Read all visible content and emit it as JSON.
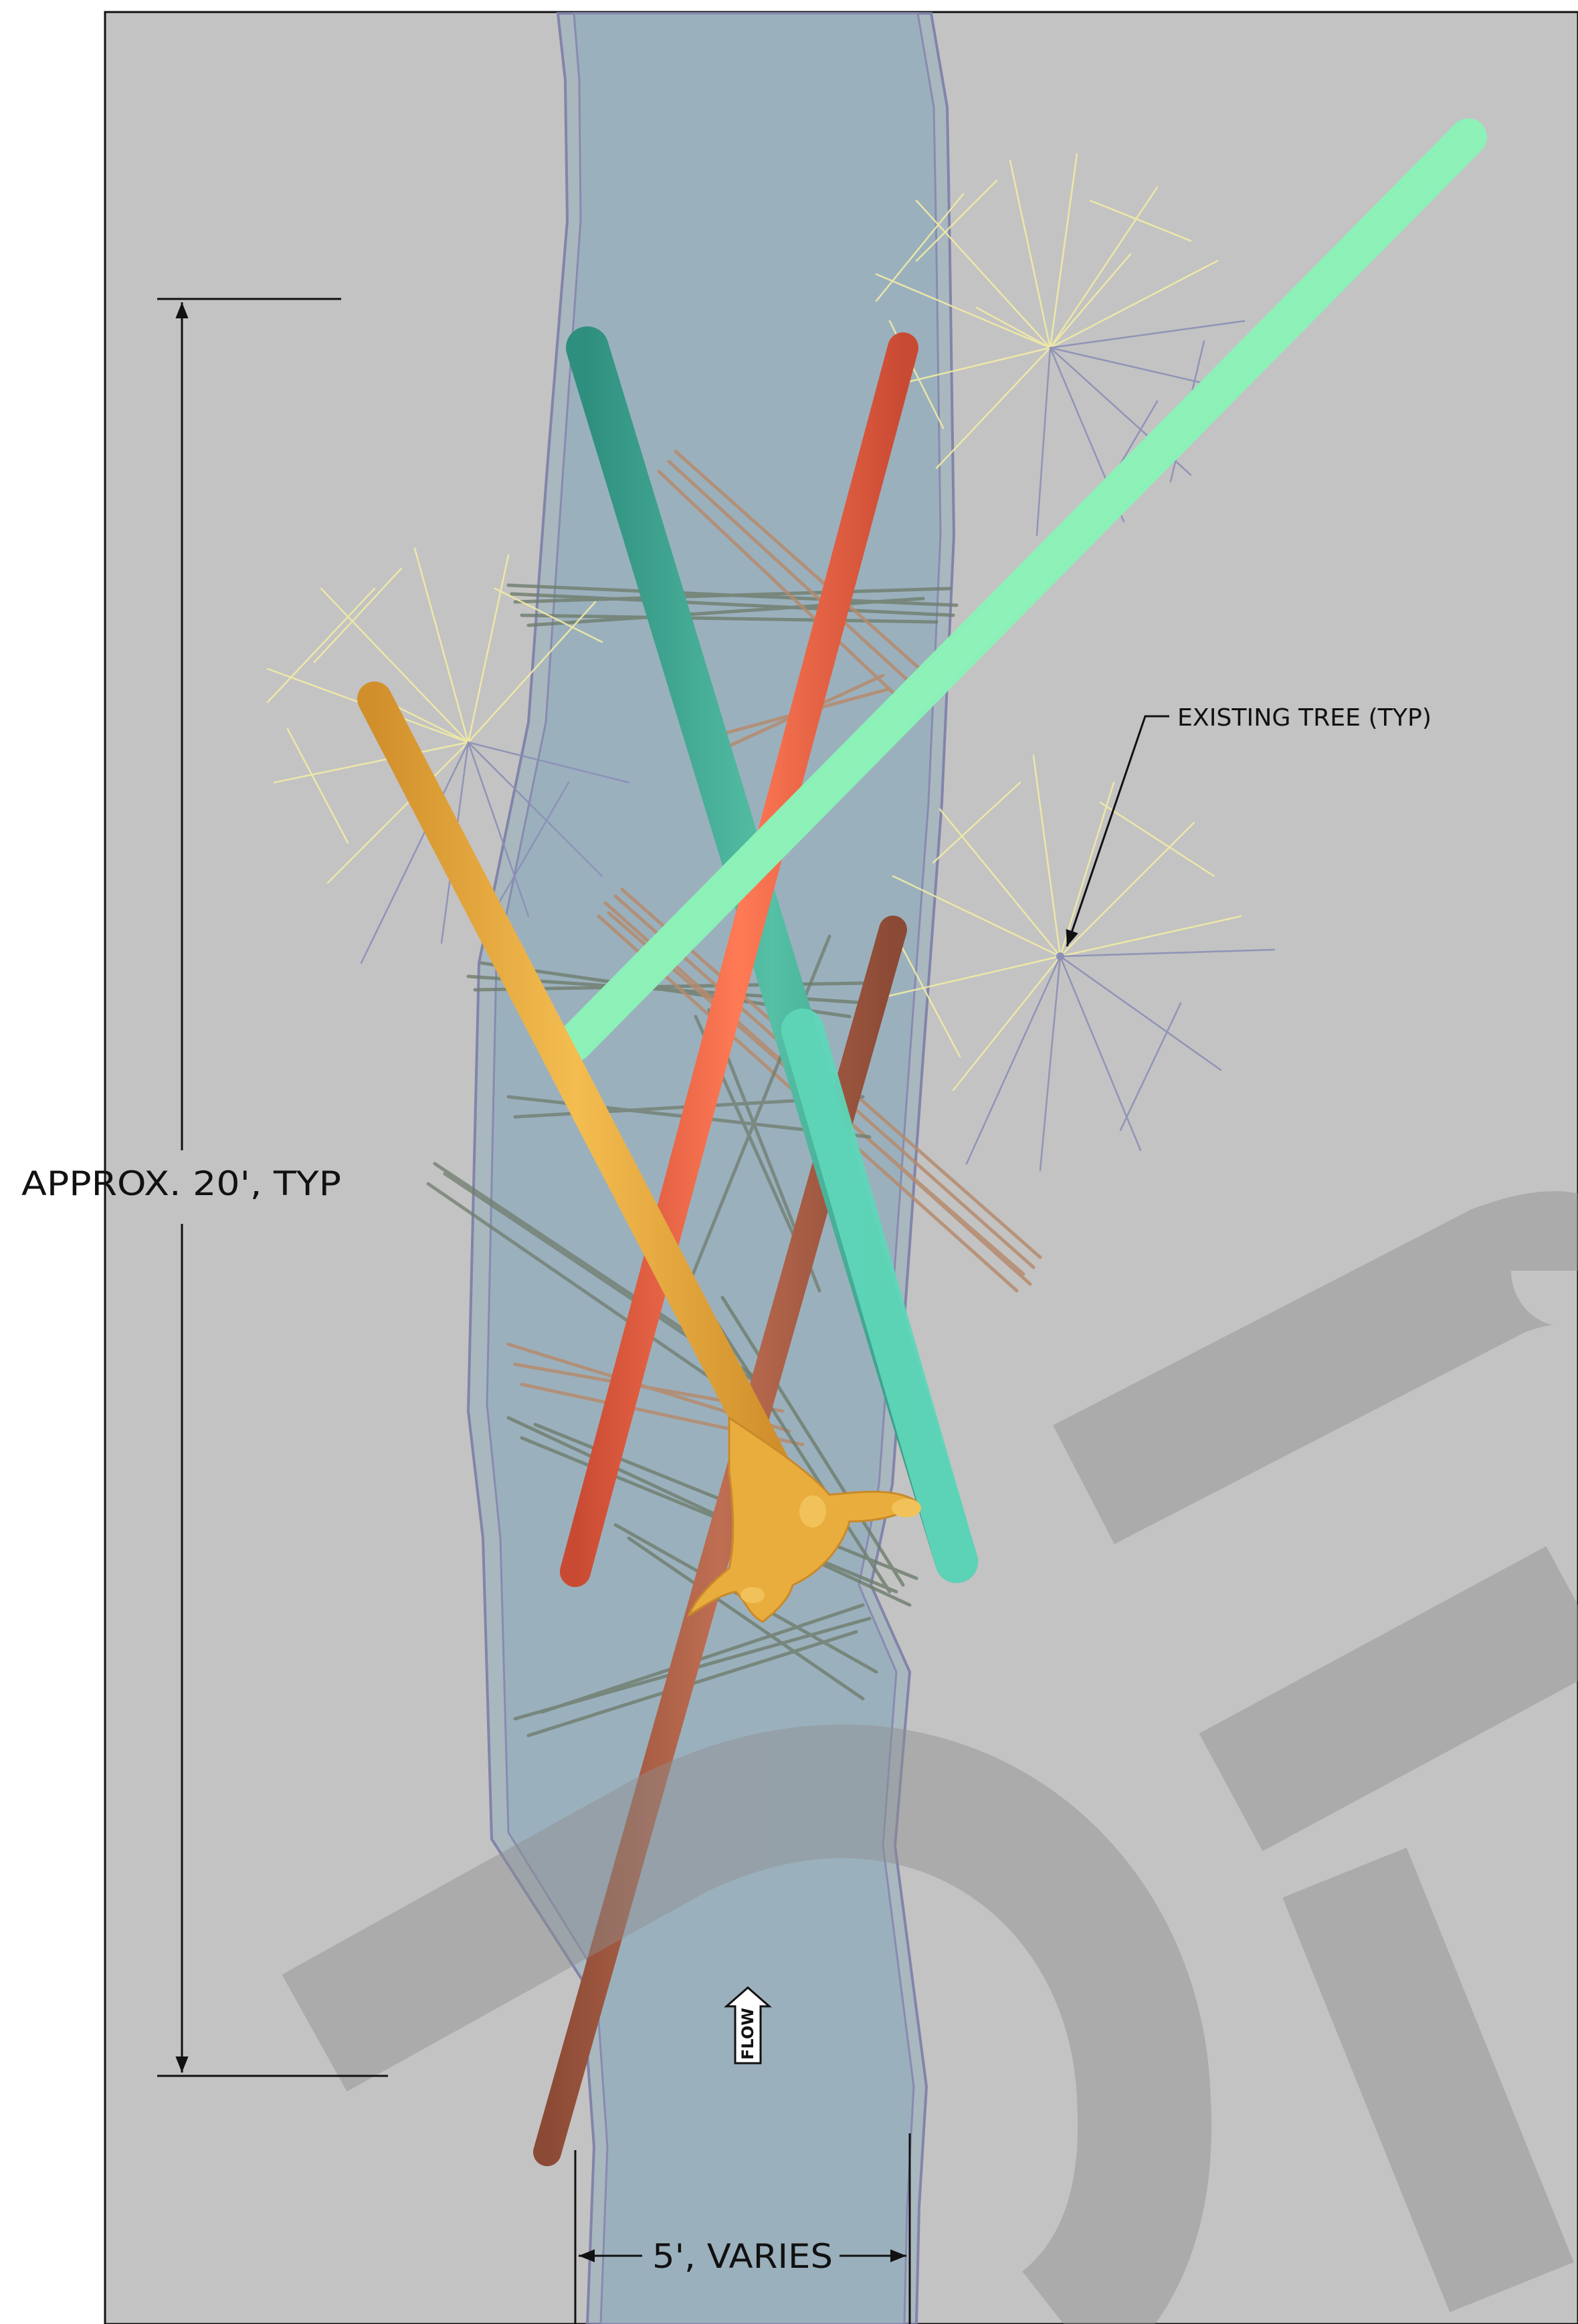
{
  "drawing": {
    "dimension_vertical": "APPROX. 20', TYP",
    "dimension_horizontal": "5', VARIES",
    "callout_tree": "EXISTING TREE (TYP)",
    "flow_arrow_label": "FLOW",
    "watermark": "DR"
  },
  "colors": {
    "page": "#c3c3c3",
    "stream_fill": "#9fb4bf",
    "stream_edge": "#7d7fa8",
    "log_mint": "#6fe3a6",
    "log_teal": "#3aa391",
    "log_teal_light": "#5fd6b9",
    "log_red": "#e65a3e",
    "log_orange": "#e8aa3e",
    "log_brown": "#a0573e",
    "slash_gray": "#6f7d6d",
    "slash_tan": "#b58b6e",
    "tree_yellow": "#f2eca6",
    "tree_blue": "#8b8fb6",
    "watermark": "#a2a2a2",
    "ink": "#111111"
  }
}
